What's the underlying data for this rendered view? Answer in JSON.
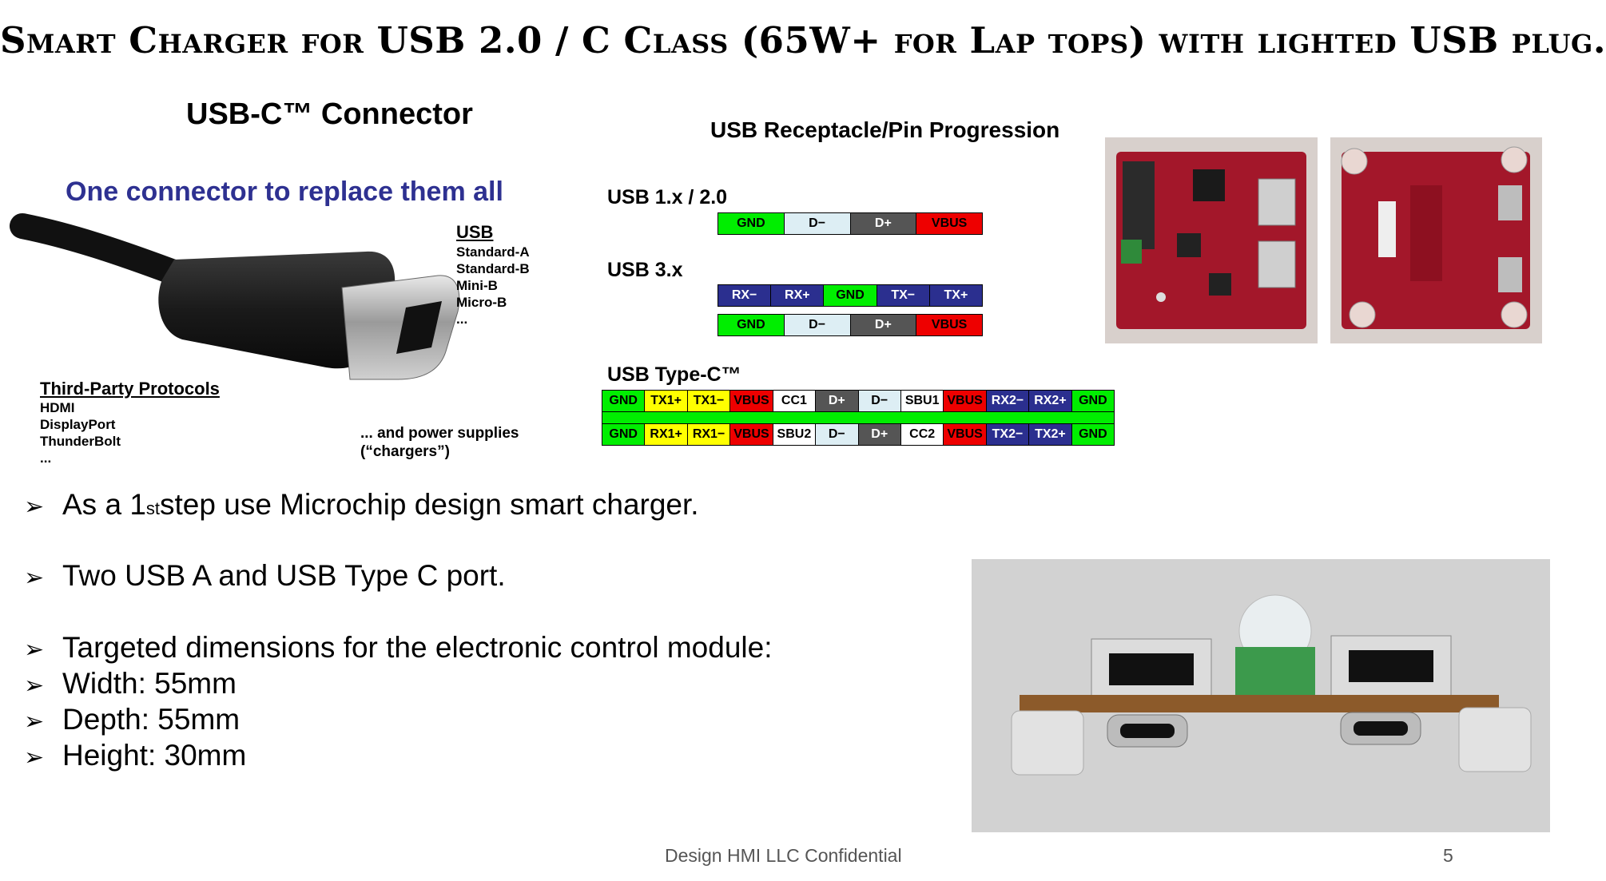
{
  "title": "Smart Charger for USB 2.0 / C Class (65W+ for Lap tops) with lighted USB plug.",
  "left": {
    "heading": "USB-C™ Connector",
    "subheading": "One connector to replace them all",
    "usb_title": "USB",
    "usb_items": [
      "Standard-A",
      "Standard-B",
      "Mini-B",
      "Micro-B",
      "..."
    ],
    "third_title": "Third-Party Protocols",
    "third_items": [
      "HDMI",
      "DisplayPort",
      "ThunderBolt",
      "..."
    ],
    "power_line1": "... and power supplies",
    "power_line2": "(“chargers”)"
  },
  "progression": {
    "heading": "USB Receptacle/Pin Progression",
    "usb2_label": "USB 1.x / 2.0",
    "usb3_label": "USB 3.x",
    "typec_label": "USB Type-C™",
    "usb2_row": [
      {
        "t": "GND",
        "bg": "#00ee00",
        "fg": "#000000"
      },
      {
        "t": "D−",
        "bg": "#ddeef4",
        "fg": "#000000"
      },
      {
        "t": "D+",
        "bg": "#555555",
        "fg": "#ffffff"
      },
      {
        "t": "VBUS",
        "bg": "#ee0000",
        "fg": "#000000"
      }
    ],
    "usb3_row1": [
      {
        "t": "RX−",
        "bg": "#2b2f8f",
        "fg": "#ffffff"
      },
      {
        "t": "RX+",
        "bg": "#2b2f8f",
        "fg": "#ffffff"
      },
      {
        "t": "GND",
        "bg": "#00ee00",
        "fg": "#000000"
      },
      {
        "t": "TX−",
        "bg": "#2b2f8f",
        "fg": "#ffffff"
      },
      {
        "t": "TX+",
        "bg": "#2b2f8f",
        "fg": "#ffffff"
      }
    ],
    "usb3_row2": [
      {
        "t": "GND",
        "bg": "#00ee00",
        "fg": "#000000"
      },
      {
        "t": "D−",
        "bg": "#ddeef4",
        "fg": "#000000"
      },
      {
        "t": "D+",
        "bg": "#555555",
        "fg": "#ffffff"
      },
      {
        "t": "VBUS",
        "bg": "#ee0000",
        "fg": "#000000"
      }
    ],
    "typec_row1": [
      {
        "t": "GND",
        "bg": "#00ee00",
        "fg": "#000000"
      },
      {
        "t": "TX1+",
        "bg": "#ffff00",
        "fg": "#000000"
      },
      {
        "t": "TX1−",
        "bg": "#ffff00",
        "fg": "#000000"
      },
      {
        "t": "VBUS",
        "bg": "#ee0000",
        "fg": "#000000"
      },
      {
        "t": "CC1",
        "bg": "#ffffff",
        "fg": "#000000"
      },
      {
        "t": "D+",
        "bg": "#555555",
        "fg": "#ffffff"
      },
      {
        "t": "D−",
        "bg": "#ddeef4",
        "fg": "#000000"
      },
      {
        "t": "SBU1",
        "bg": "#ffffff",
        "fg": "#000000"
      },
      {
        "t": "VBUS",
        "bg": "#ee0000",
        "fg": "#000000"
      },
      {
        "t": "RX2−",
        "bg": "#2b2f8f",
        "fg": "#ffffff"
      },
      {
        "t": "RX2+",
        "bg": "#2b2f8f",
        "fg": "#ffffff"
      },
      {
        "t": "GND",
        "bg": "#00ee00",
        "fg": "#000000"
      }
    ],
    "typec_row2": [
      {
        "t": "GND",
        "bg": "#00ee00",
        "fg": "#000000"
      },
      {
        "t": "RX1+",
        "bg": "#ffff00",
        "fg": "#000000"
      },
      {
        "t": "RX1−",
        "bg": "#ffff00",
        "fg": "#000000"
      },
      {
        "t": "VBUS",
        "bg": "#ee0000",
        "fg": "#000000"
      },
      {
        "t": "SBU2",
        "bg": "#ffffff",
        "fg": "#000000"
      },
      {
        "t": "D−",
        "bg": "#ddeef4",
        "fg": "#000000"
      },
      {
        "t": "D+",
        "bg": "#555555",
        "fg": "#ffffff"
      },
      {
        "t": "CC2",
        "bg": "#ffffff",
        "fg": "#000000"
      },
      {
        "t": "VBUS",
        "bg": "#ee0000",
        "fg": "#000000"
      },
      {
        "t": "TX2−",
        "bg": "#2b2f8f",
        "fg": "#ffffff"
      },
      {
        "t": "TX2+",
        "bg": "#2b2f8f",
        "fg": "#ffffff"
      },
      {
        "t": "GND",
        "bg": "#00ee00",
        "fg": "#000000"
      }
    ]
  },
  "bullets": {
    "b1_pre": "As a 1",
    "b1_sup": "st",
    "b1_post": " step use Microchip design smart charger.",
    "b2": "Two USB A and USB Type C port.",
    "b3": "Targeted dimensions for the electronic control module:",
    "b4": "Width:  55mm",
    "b5": "Depth:  55mm",
    "b6": "Height: 30mm"
  },
  "footer": {
    "confidential": "Design HMI LLC Confidential",
    "page": "5"
  },
  "colors": {
    "subheading": "#2e3191",
    "pcb_red": "#a3172a"
  }
}
